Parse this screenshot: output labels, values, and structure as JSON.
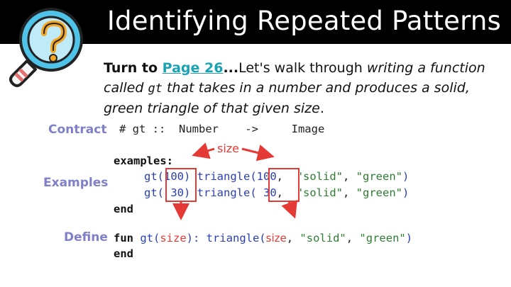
{
  "header": {
    "title": "Identifying Repeated Patterns"
  },
  "intro": {
    "turn_to": "Turn to ",
    "page_link": "Page 26",
    "ellipsis": "...",
    "text1": "Let's walk through ",
    "italic1": "writing a function called ",
    "code_name": "gt",
    "italic2": " that takes in a number and produces a solid, green triangle of that given size",
    "end": "."
  },
  "labels": {
    "contract": "Contract",
    "examples": "Examples",
    "define": "Define"
  },
  "contract": {
    "line": "# gt ::  Number    ->     Image"
  },
  "examples": {
    "header": "examples:",
    "rows": [
      {
        "call": "gt(",
        "arg": "100",
        "close": ") ",
        "fn": "triangle",
        "open": "(",
        "arg2": "100",
        "sep": ",  ",
        "str1": "\"solid\"",
        "comma": ", ",
        "str2": "\"green\"",
        "end": ")"
      },
      {
        "call": "gt(",
        "arg": " 30",
        "close": ") ",
        "fn": "triangle",
        "open": "(",
        "arg2": " 30",
        "sep": ",  ",
        "str1": "\"solid\"",
        "comma": ", ",
        "str2": "\"green\"",
        "end": ")"
      }
    ],
    "end": "end"
  },
  "annotation": {
    "size_label": "size"
  },
  "define": {
    "kw": "fun ",
    "fname": "gt(",
    "param": "size",
    "close": "): ",
    "fn": "triangle(",
    "param2": "size",
    "rest_comma": ", ",
    "str1": "\"solid\"",
    "comma": ", ",
    "str2": "\"green\"",
    "end": ")",
    "end_kw": "end"
  },
  "colors": {
    "accent_red": "#e53935",
    "label_purple": "#8080c8",
    "link_teal": "#1aa3b3",
    "string_green": "#2e7d32",
    "function_blue": "#2a3fb5"
  },
  "icons": {
    "logo": "magnifier-question-icon"
  }
}
